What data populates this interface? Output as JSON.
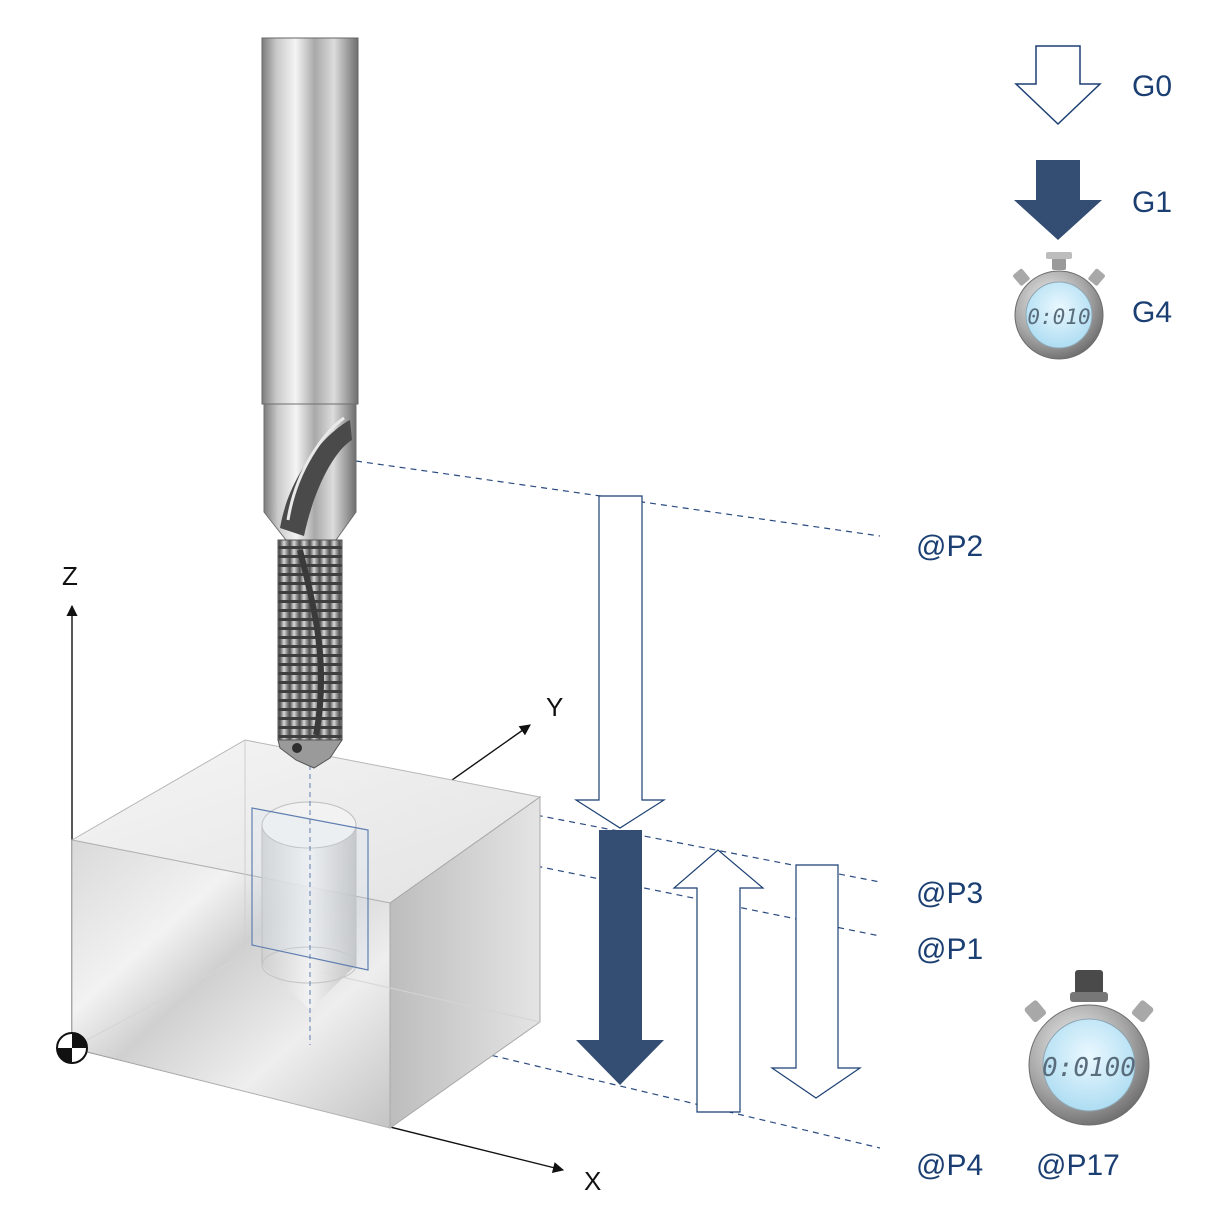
{
  "legend": {
    "rapid_label": "G0",
    "feed_label": "G1",
    "dwell_label": "G4",
    "dwell_readout": "0:010"
  },
  "positions": {
    "p2": "@P2",
    "p3": "@P3",
    "p1": "@P1",
    "p4": "@P4",
    "p17": "@P17"
  },
  "axes": {
    "z": "Z",
    "y": "Y",
    "x": "X"
  },
  "stopwatch_readout": "0:0100",
  "colors": {
    "accent": "#344d73",
    "label": "#1b3f73",
    "outline": "#1b3f73",
    "dashed": "#2a4a80"
  },
  "icons": {
    "rapid": "hollow-down-arrow-icon",
    "feed": "solid-down-arrow-icon",
    "dwell": "stopwatch-icon"
  }
}
